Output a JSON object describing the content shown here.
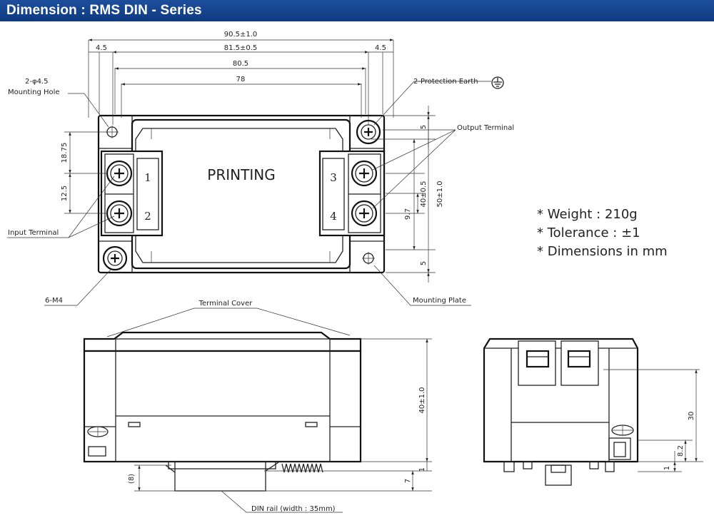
{
  "header": {
    "title": "Dimension : RMS DIN - Series"
  },
  "top_view": {
    "dims": {
      "overall": "90.5±1.0",
      "left_margin": "4.5",
      "right_margin": "4.5",
      "hole_span": "81.5±0.5",
      "body_80": "80.5",
      "inner_78": "78",
      "height_18": "18.75",
      "height_12": "12.5",
      "right_5_top": "5",
      "right_5_bottom": "5",
      "term_97": "9.7",
      "term_40": "40±0.5",
      "total_50": "50±1.0"
    },
    "callouts": {
      "mounting_hole_1": "2-φ4.5",
      "mounting_hole_2": "Mounting Hole",
      "protection_earth": "2-Protection Earth",
      "output_terminal": "Output Terminal",
      "input_terminal": "Input Terminal",
      "m4": "6-M4",
      "mounting_plate": "Mounting Plate"
    },
    "label_printing": "PRINTING",
    "terminal_numbers": [
      "1",
      "2",
      "3",
      "4"
    ]
  },
  "notes": [
    "* Weight : 210g",
    "* Tolerance : ±1",
    "* Dimensions in mm"
  ],
  "front_view": {
    "terminal_cover": "Terminal Cover",
    "height": "40±1.0",
    "dim_7": "7",
    "dim_1": "1",
    "dim_8": "(8)",
    "din_rail": "DIN rail (width : 35mm)"
  },
  "side_view": {
    "dim_30": "30",
    "dim_82": "8.2",
    "dim_1": "1"
  }
}
